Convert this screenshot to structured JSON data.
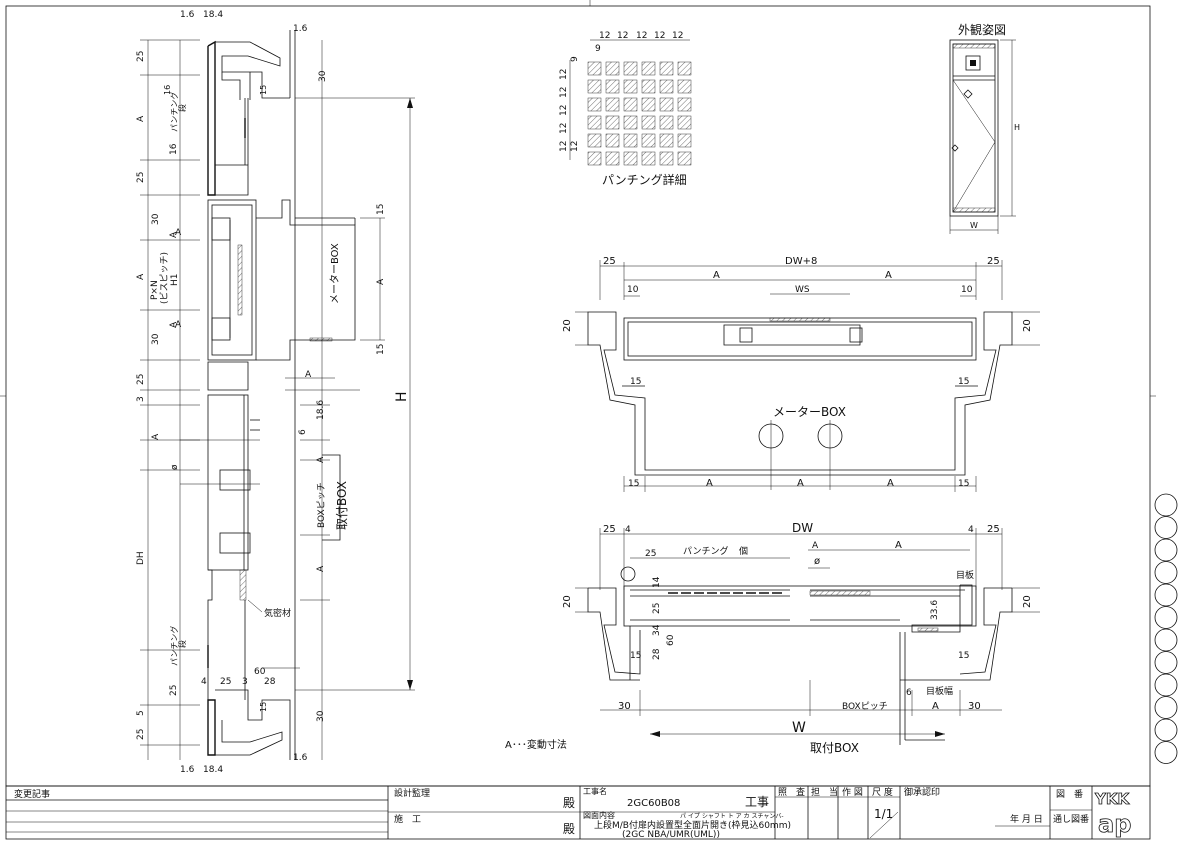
{
  "side_section": {
    "top_dims": [
      "1.6",
      "18.4",
      "1.6"
    ],
    "bottom_dims": [
      "1.6",
      "18.4",
      "1.6"
    ],
    "left_dims": [
      "25",
      "A",
      "16",
      "25",
      "30",
      "A",
      "P×N",
      "(ビスピッチ)",
      "H1",
      "A",
      "30",
      "25",
      "3",
      "A",
      "ø",
      "DH",
      "25",
      "5",
      "25"
    ],
    "inner_labels": [
      "16",
      "パンチング",
      "段",
      "15",
      "16",
      "パンチング",
      "段",
      "15"
    ],
    "right_dims": [
      "30",
      "15",
      "A",
      "15",
      "18.6",
      "6",
      "A",
      "A",
      "A",
      "30"
    ],
    "meter_box": "メーターBOX",
    "box_pitch": "BOXピッチ",
    "mount_box": "取付BOX",
    "seal": "気密材",
    "bottom_small": [
      "60",
      "4",
      "25",
      "3",
      "28"
    ],
    "height_label": "H",
    "a_label": "A"
  },
  "punching": {
    "title": "パンチング詳細",
    "dims_top": [
      "9",
      "12",
      "12",
      "12",
      "12",
      "12"
    ],
    "dims_left": [
      "9",
      "12",
      "12",
      "12",
      "12",
      "12",
      "12"
    ]
  },
  "exterior": {
    "title": "外観姿図",
    "w": "W",
    "h": "H"
  },
  "plan_top": {
    "total": "DW+8",
    "edge_left": "25",
    "edge_right": "25",
    "a_left": "A",
    "a_right": "A",
    "ws": "WS",
    "ten_left": "10",
    "ten_right": "10",
    "twenty_left": "20",
    "twenty_right": "20",
    "fifteen": [
      "15",
      "15",
      "15",
      "15"
    ],
    "meter_box": "メーターBOX",
    "bottom": [
      "15",
      "A",
      "A",
      "A",
      "15"
    ]
  },
  "plan_bottom": {
    "dw": "DW",
    "dims_top": [
      "25",
      "4",
      "4",
      "25"
    ],
    "punching": "パンチング",
    "count": "個",
    "dim25": "25",
    "a1": "A",
    "a2": "A",
    "phi": "ø",
    "mokuita": "目板",
    "mokuita_w": "目板幅",
    "vals": [
      "14",
      "25",
      "20",
      "60",
      "34",
      "28",
      "15",
      "33.6",
      "15",
      "20",
      "6"
    ],
    "box_pitch": "BOXピッチ",
    "bottom": [
      "30",
      "A",
      "30"
    ],
    "w": "W",
    "mount_box": "取付BOX"
  },
  "note": "A･･･変動寸法",
  "title_block": {
    "change_record": "変更記事",
    "design_supervision": "設計監理",
    "construction": "施　工",
    "dono1": "殿",
    "dono2": "殿",
    "project_name_label": "工事名",
    "project_name": "2GC60B08",
    "kouji": "工事",
    "drawing_content_label": "図面内容",
    "drawing_content_ruby": "パ イプ シャフト ト ア カ スチャンバ-",
    "drawing_content": "上段M/B付扉内設置型全面片開き(枠見込60mm)",
    "drawing_model": "(2GC NBA/UMR(UML))",
    "check": "照　査",
    "charge": "担　当",
    "draw": "作 図",
    "scale": "尺 度",
    "scale_value": "1/1",
    "approval": "御承認印",
    "date": "年 月 日",
    "drawing_no": "図　番",
    "serial_no": "通し図番",
    "logo_top": "YKK",
    "logo_bottom": "ap"
  }
}
